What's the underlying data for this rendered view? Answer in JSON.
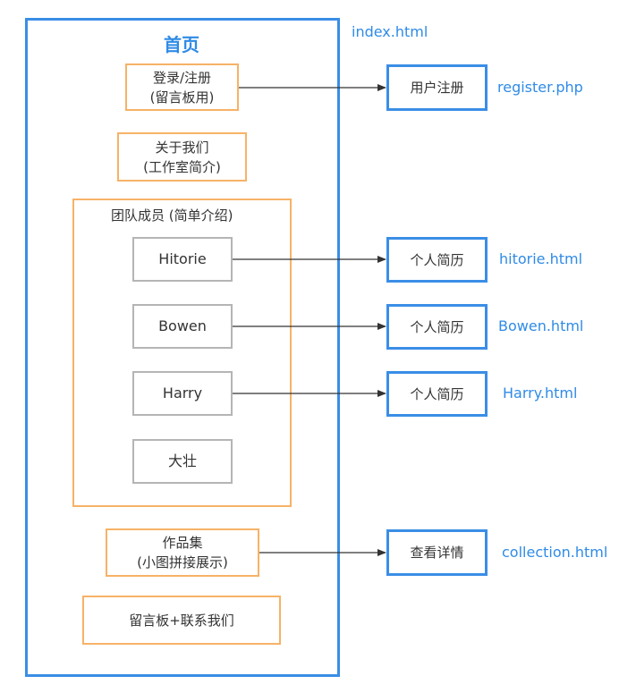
{
  "home": {
    "title": "首页",
    "file": "index.html"
  },
  "login": {
    "line1": "登录/注册",
    "line2": "(留言板用)"
  },
  "about": {
    "line1": "关于我们",
    "line2": "(工作室简介)"
  },
  "team": {
    "title": "团队成员 (简单介绍)",
    "members": [
      "Hitorie",
      "Bowen",
      "Harry",
      "大壮"
    ]
  },
  "works": {
    "line1": "作品集",
    "line2": "(小图拼接展示)"
  },
  "guestbook": {
    "label": "留言板+联系我们"
  },
  "targets": {
    "register": {
      "label": "用户注册",
      "file": "register.php"
    },
    "hitorie": {
      "label": "个人简历",
      "file": "hitorie.html"
    },
    "bowen": {
      "label": "个人简历",
      "file": "Bowen.html"
    },
    "harry": {
      "label": "个人简历",
      "file": "Harry.html"
    },
    "collection": {
      "label": "查看详情",
      "file": "collection.html"
    }
  },
  "colors": {
    "blue": "#3a8ee6",
    "orange": "#f7b267",
    "gray": "#b5b5b5",
    "arrow": "#333333"
  }
}
